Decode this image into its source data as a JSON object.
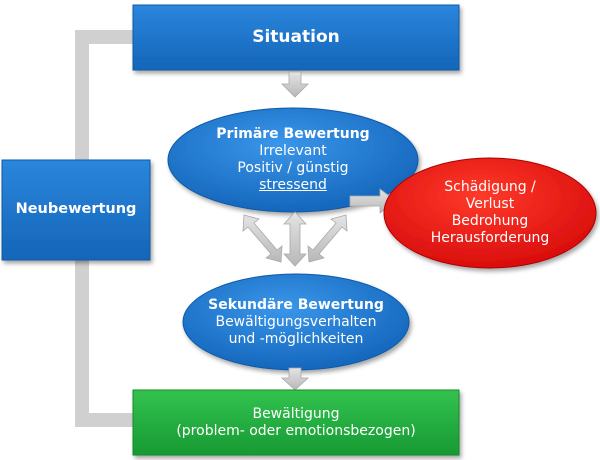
{
  "diagram": {
    "situation": {
      "label": "Situation"
    },
    "primary": {
      "title": "Primäre Bewertung",
      "line1": "Irrelevant",
      "line2": "Positiv / günstig",
      "line3": "stressend"
    },
    "damage": {
      "line1": "Schädigung /",
      "line2": "Verlust",
      "line3": "Bedrohung",
      "line4": "Herausforderung"
    },
    "reappraisal": {
      "label": "Neubewertung"
    },
    "secondary": {
      "title": "Sekundäre Bewertung",
      "line1": "Bewältigungsverhalten",
      "line2": "und -möglichkeiten"
    },
    "coping": {
      "line1": "Bewältigung",
      "line2": "(problem- oder emotionsbezogen)"
    }
  },
  "colors": {
    "box_blue": "#1a73c8",
    "box_green": "#1faa3c",
    "ellipse_red": "#ee1111",
    "connector_gray": "#d0d0d0"
  }
}
